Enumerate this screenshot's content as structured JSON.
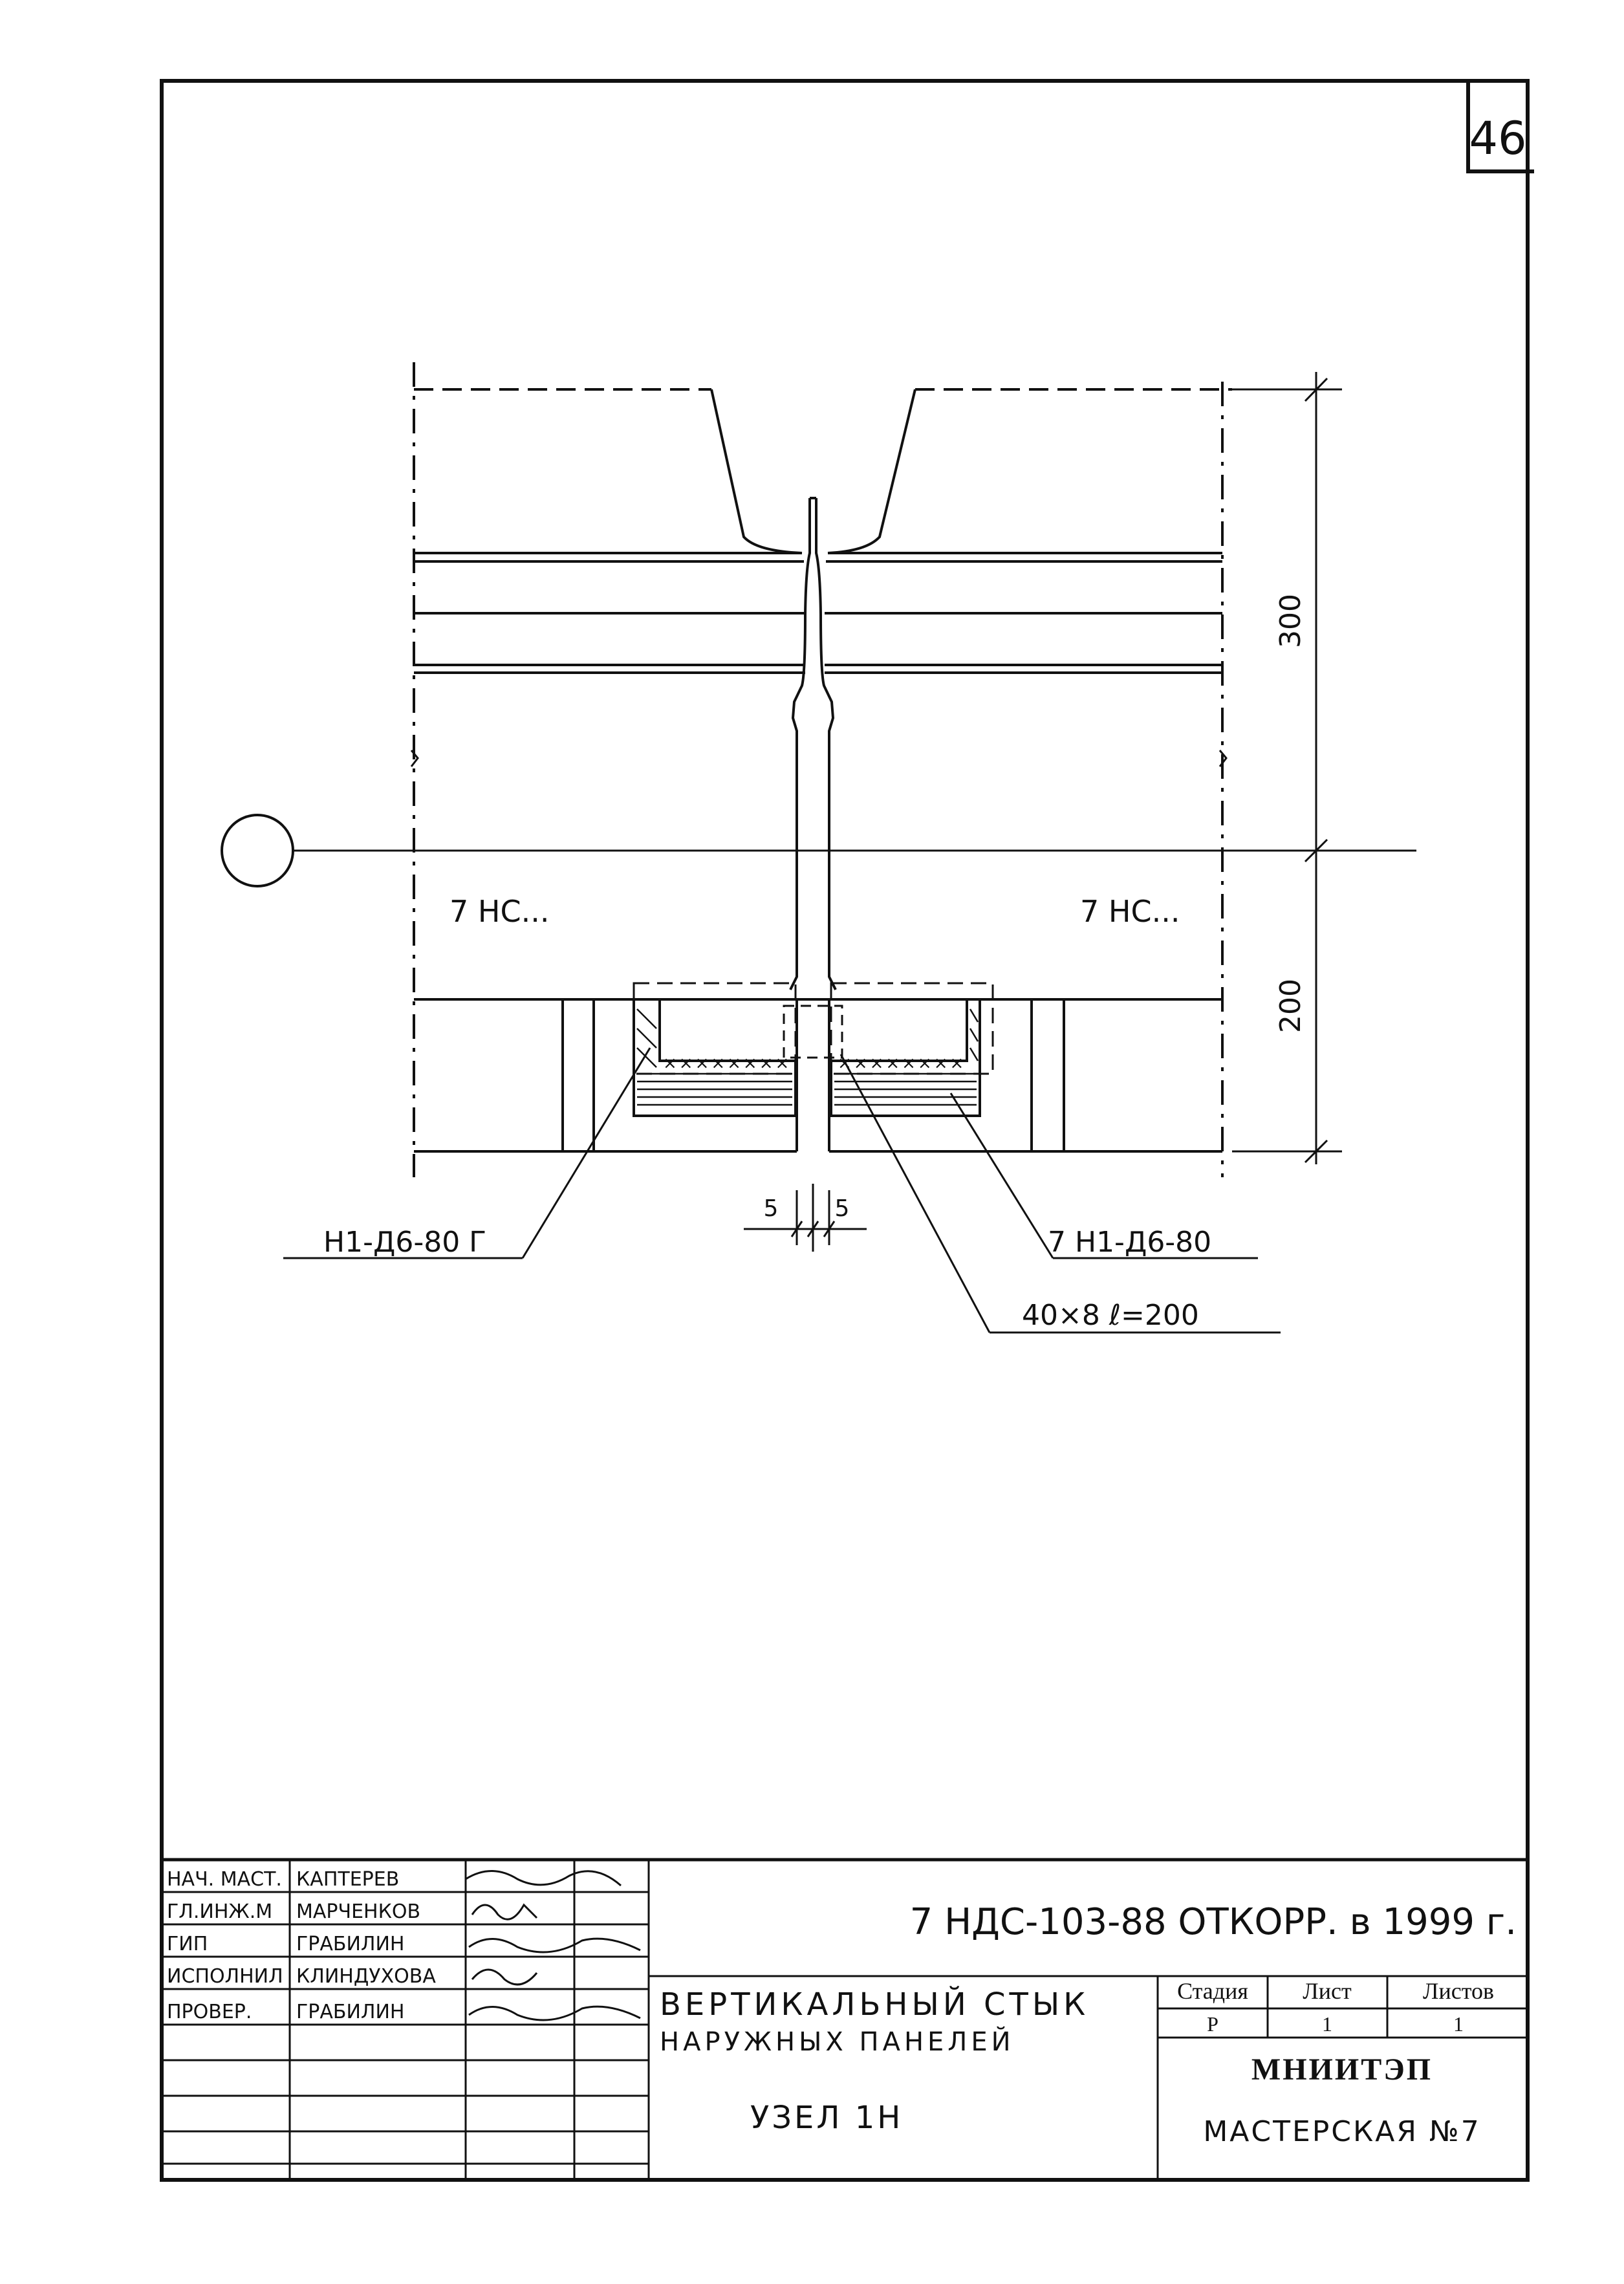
{
  "sheet_number": "46",
  "drawing": {
    "panel_left_label": "7 НС...",
    "panel_right_label": "7 НС...",
    "dim_upper": "300",
    "dim_lower": "200",
    "gap_left": "5",
    "gap_right": "5",
    "callout_left": "Н1-Д6-80 Г",
    "callout_right": "7 Н1-Д6-80",
    "callout_plate": "40×8 ℓ=200"
  },
  "title_block": {
    "signatories": [
      {
        "role": "НАЧ. МАСТ.",
        "name": "КАПТЕРЕВ"
      },
      {
        "role": "ГЛ.ИНЖ.М",
        "name": "МАРЧЕНКОВ"
      },
      {
        "role": "ГИП",
        "name": "ГРАБИЛИН"
      },
      {
        "role": "ИСПОЛНИЛ",
        "name": "КЛИНДУХОВА"
      },
      {
        "role": "ПРОВЕР.",
        "name": "ГРАБИЛИН"
      }
    ],
    "document_code": "7 НДС-103-88 ОТКОРР. в 1999 г.",
    "title_line1": "ВЕРТИКАЛЬНЫЙ СТЫК",
    "title_line2": "НАРУЖНЫХ ПАНЕЛЕЙ",
    "node": "УЗЕЛ 1Н",
    "stage_header": "Стадия",
    "sheet_header": "Лист",
    "sheets_header": "Листов",
    "stage_value": "Р",
    "sheet_value": "1",
    "sheets_value": "1",
    "organization": "МНИИТЭП",
    "workshop": "МАСТЕРСКАЯ  №7"
  }
}
